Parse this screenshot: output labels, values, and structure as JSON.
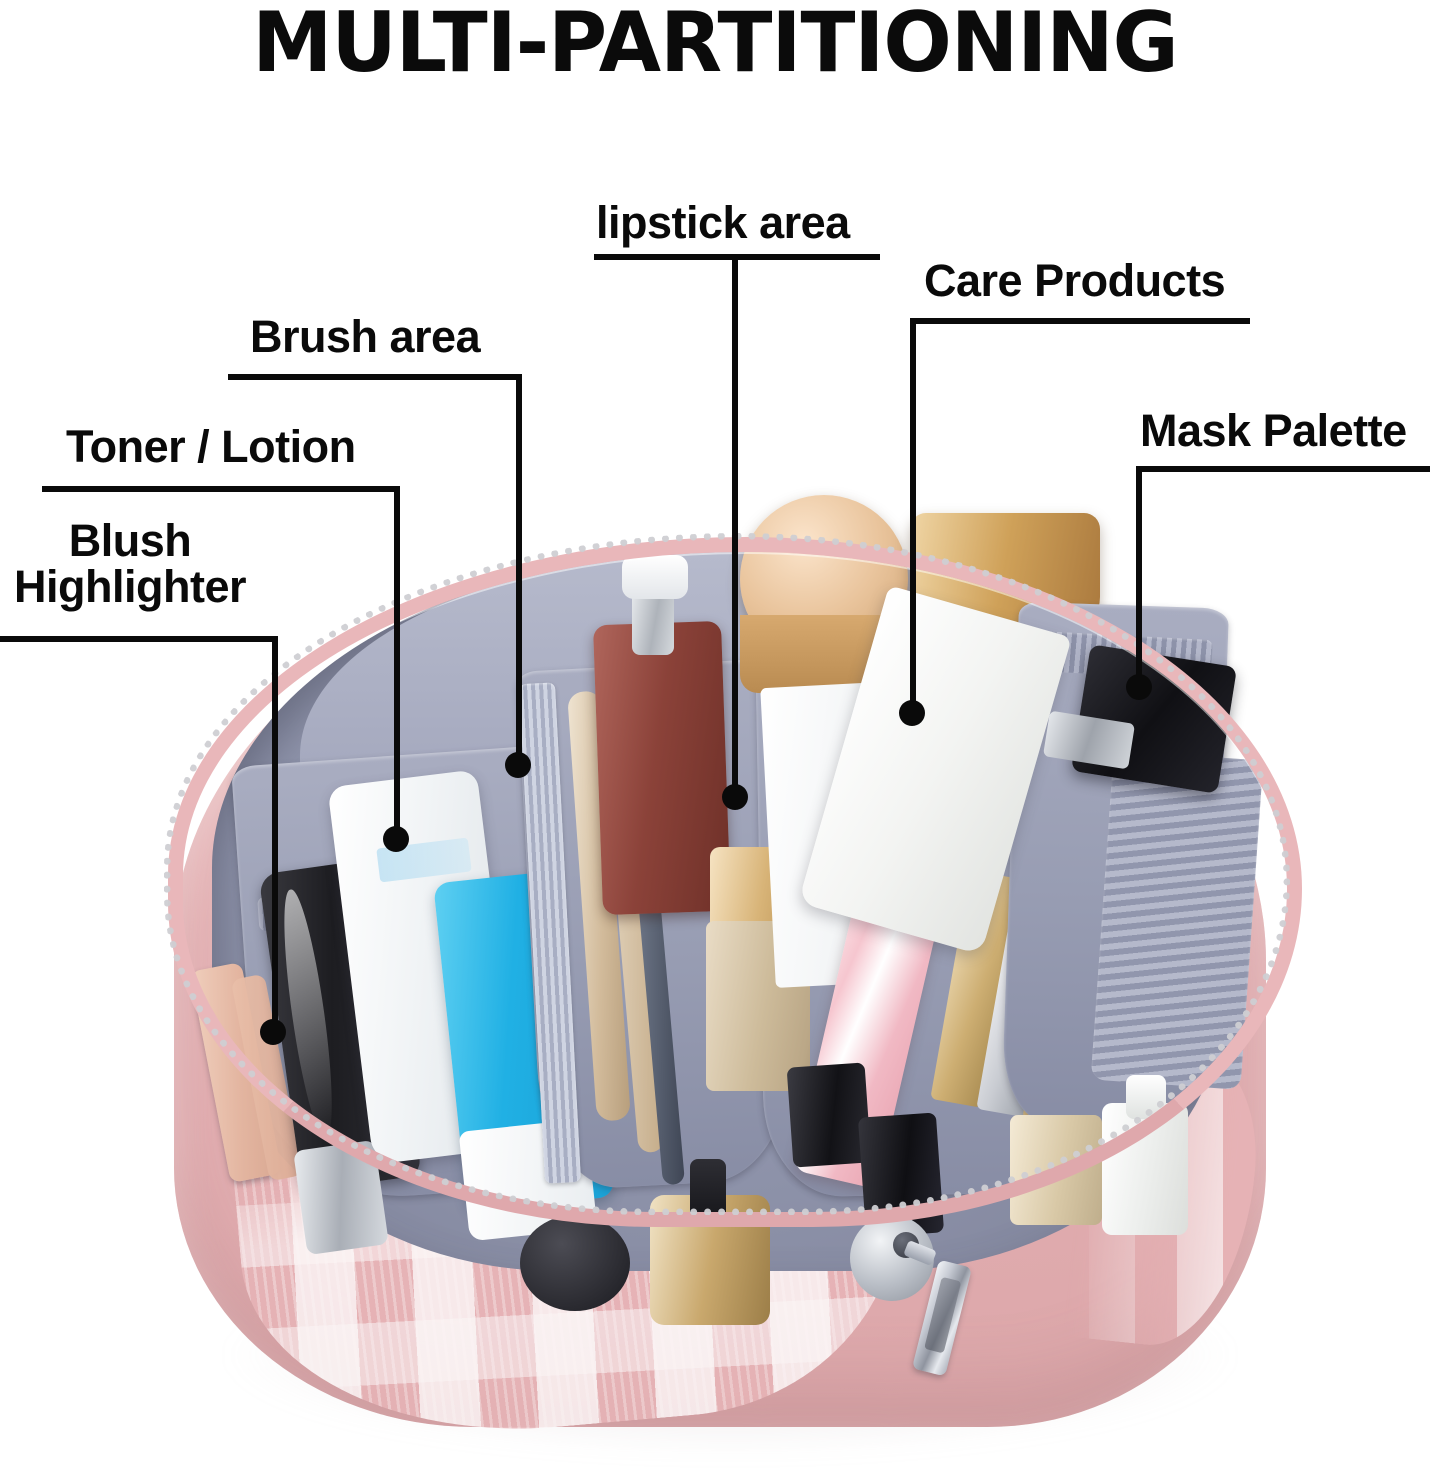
{
  "title": "MULTI-PARTITIONING",
  "product": {
    "type": "cosmetic travel bag",
    "exterior_color": "#e7b4b7",
    "exterior_pattern": "pink and white plaid check",
    "interior_color": "#9a9eb4",
    "zipper_trim_color": "#e9b7ba",
    "zipper_pull": "silver metal pull tab"
  },
  "callouts": [
    {
      "id": "blush-highlighter",
      "label_line1": "Blush",
      "label_line2": "Highlighter",
      "label": "Blush Highlighter",
      "points_to": "peach highlighter stick in left elastic slot"
    },
    {
      "id": "toner-lotion",
      "label": "Toner / Lotion",
      "points_to": "white lotion tube in left compartment"
    },
    {
      "id": "brush-area",
      "label": "Brush area",
      "points_to": "zippered mesh pocket holding makeup brushes"
    },
    {
      "id": "lipstick-area",
      "label": "lipstick area",
      "points_to": "gold lipstick tube in center elastic slot"
    },
    {
      "id": "care-products",
      "label": "Care Products",
      "points_to": "white skincare tube in right compartment"
    },
    {
      "id": "mask-palette",
      "label": "Mask Palette",
      "points_to": "black palette case in far right pocket"
    }
  ],
  "contents": [
    {
      "name": "highlighter-stick",
      "color": "#e8bfae"
    },
    {
      "name": "black-serum-bottle",
      "color": "#2a2a2e"
    },
    {
      "name": "white-lotion-tube",
      "color": "#f5f7f8"
    },
    {
      "name": "blue-cleanser-tube",
      "color": "#2fb6e6"
    },
    {
      "name": "silver-pump-bottle",
      "color": "#c8cbd0"
    },
    {
      "name": "makeup-brushes",
      "color": "#c9b295"
    },
    {
      "name": "amber-perfume-bottle",
      "color": "#8e4a42"
    },
    {
      "name": "gold-compact-powder",
      "color": "#e3c39b"
    },
    {
      "name": "gold-cream-jar",
      "color": "#c79a52"
    },
    {
      "name": "white-skincare-tube",
      "color": "#f2f2f0"
    },
    {
      "name": "pink-striped-lipgloss",
      "color": "#f3bfc6"
    },
    {
      "name": "gold-lipstick-tubes",
      "color": "#d9b472"
    },
    {
      "name": "black-lipstick-tubes",
      "color": "#17171a"
    },
    {
      "name": "black-mask-palette",
      "color": "#121216"
    },
    {
      "name": "nail-polish-bottle",
      "color": "#e9dcc6"
    },
    {
      "name": "white-dropper-bottle",
      "color": "#f4f4f2"
    }
  ]
}
